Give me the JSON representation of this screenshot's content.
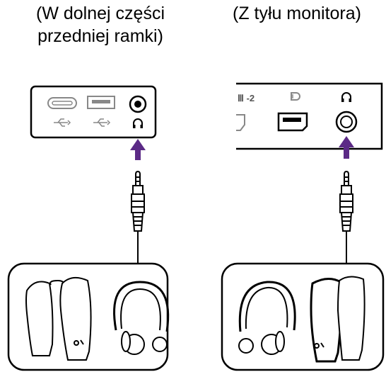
{
  "captions": {
    "left_line1": "(W dolnej części",
    "left_line2": "przedniej ramki)",
    "right_line1": "(Z tyłu monitora)"
  },
  "port_labels": {
    "hdmi_partial": "Ⅲ -2"
  },
  "colors": {
    "arrow": "#5b2a86",
    "outline": "#000000",
    "port_gray": "#888888"
  },
  "icons": {
    "usb": "usb-icon",
    "headphone": "headphone-icon",
    "displayport": "displayport-icon"
  }
}
